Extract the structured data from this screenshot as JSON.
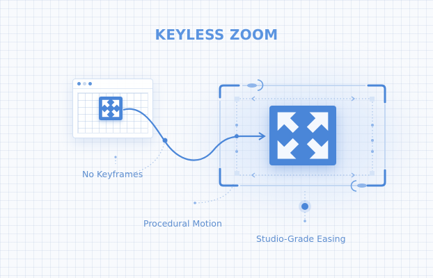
{
  "title": "KEYLESS ZOOM",
  "labels": {
    "no_keyframes": "No Keyframes",
    "procedural_motion": "Procedural Motion",
    "studio_grade_easing": "Studio-Grade Easing"
  },
  "icons": {
    "source_icon": "expand-arrows-icon",
    "target_icon": "expand-arrows-icon"
  },
  "colors": {
    "accent": "#4a86d8",
    "accent_light": "#9ec0ec",
    "title": "#5b94e0",
    "label": "#5f8fd0",
    "icon_bg": "#4a86d8",
    "background": "#f8fafd"
  }
}
